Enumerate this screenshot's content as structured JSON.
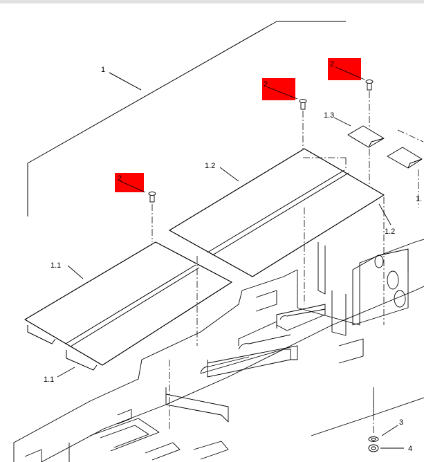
{
  "highlight_color": "#ff0000",
  "line_color": "#000000",
  "topbar_color": "#e1e1e1",
  "callouts": {
    "assembly": "1",
    "left_plate_top": "1.1",
    "left_plate_bottom": "1.1",
    "right_plate_top": "1.2",
    "right_plate_side": "1.2",
    "bracket": "1.3",
    "bracket_edge": "1.",
    "washer": "3",
    "nut": "4"
  },
  "highlighted_callouts": {
    "screw_left": "2",
    "screw_mid": "2",
    "screw_right": "2"
  },
  "icons": [
    "screw-icon",
    "washer-icon",
    "nut-icon",
    "bracket-icon",
    "floor-plate-icon"
  ]
}
